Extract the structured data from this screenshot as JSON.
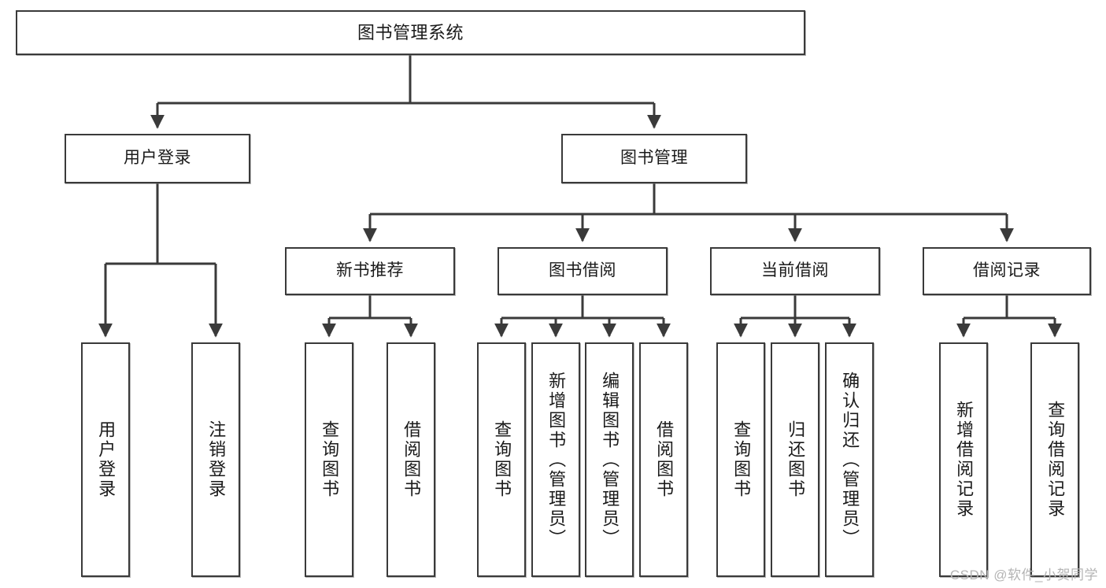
{
  "diagram": {
    "type": "tree-hierarchy",
    "title": "图书管理系统",
    "watermark": "CSDN @软件_小贺同学",
    "colors": {
      "stroke": "#3a3a3a",
      "fill": "#ffffff",
      "text": "#1a1a1a",
      "watermark": "#b4b4b4"
    },
    "nodes": {
      "root": {
        "label": "图书管理系统"
      },
      "level2": [
        {
          "id": "user-login",
          "label": "用户登录"
        },
        {
          "id": "book-manage",
          "label": "图书管理"
        }
      ],
      "level3": [
        {
          "id": "new-book-recommend",
          "label": "新书推荐"
        },
        {
          "id": "book-borrow",
          "label": "图书借阅"
        },
        {
          "id": "current-borrow",
          "label": "当前借阅"
        },
        {
          "id": "borrow-record",
          "label": "借阅记录"
        }
      ],
      "leaves": {
        "user-login": [
          {
            "id": "leaf-user-login",
            "label": "用户登录"
          },
          {
            "id": "leaf-logout-login",
            "label": "注销登录"
          }
        ],
        "new-book-recommend": [
          {
            "id": "leaf-query-book-1",
            "label": "查询图书"
          },
          {
            "id": "leaf-borrow-book-1",
            "label": "借阅图书"
          }
        ],
        "book-borrow": [
          {
            "id": "leaf-query-book-2",
            "label": "查询图书"
          },
          {
            "id": "leaf-add-book",
            "label": "新增图书（管理员）"
          },
          {
            "id": "leaf-edit-book",
            "label": "编辑图书（管理员）"
          },
          {
            "id": "leaf-borrow-book-2",
            "label": "借阅图书"
          }
        ],
        "current-borrow": [
          {
            "id": "leaf-query-book-3",
            "label": "查询图书"
          },
          {
            "id": "leaf-return-book",
            "label": "归还图书"
          },
          {
            "id": "leaf-confirm-return",
            "label": "确认归还（管理员）"
          }
        ],
        "borrow-record": [
          {
            "id": "leaf-add-record",
            "label": "新增借阅记录"
          },
          {
            "id": "leaf-query-record",
            "label": "查询借阅记录"
          }
        ]
      }
    }
  }
}
